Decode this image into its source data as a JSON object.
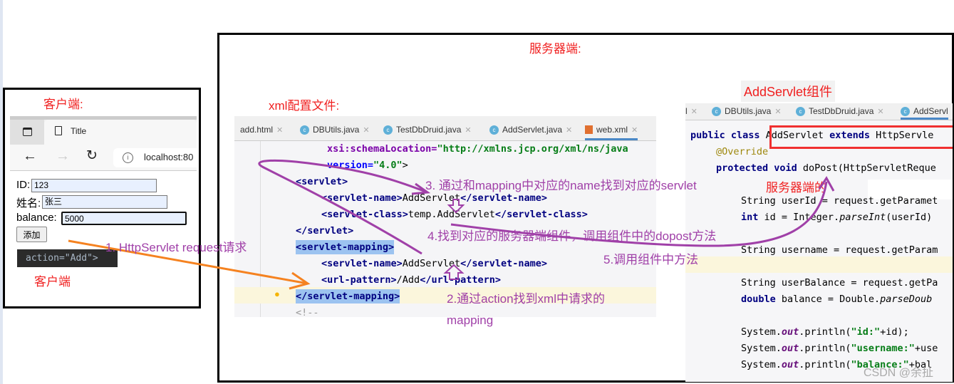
{
  "labels": {
    "client_title": "客户端:",
    "client_caption": "客户端",
    "server_title": "服务器端:",
    "xml_title": "xml配置文件:",
    "component_title": "AddServlet组件",
    "server_method_note": "服务器端的"
  },
  "browser": {
    "tab_title": "Title",
    "address": "localhost:80"
  },
  "form": {
    "id_label": "ID:",
    "id_value": "123",
    "name_label": "姓名:",
    "name_value": "张三",
    "balance_label": "balance:",
    "balance_value": "5000",
    "submit_label": "添加"
  },
  "action_snippet": "action=\"Add\">",
  "xml_editor": {
    "tabs": [
      "add.html",
      "DBUtils.java",
      "TestDbDruid.java",
      "AddServlet.java",
      "web.xml"
    ],
    "lines": {
      "l1a": "xsi:schemaLocation=",
      "l1b": "\"http://xmlns.jcp.org/xml/ns/java",
      "l2a": "version=",
      "l2b": "\"4.0\"",
      "l2c": ">",
      "l3": "<servlet>",
      "l4a": "<servlet-name>",
      "l4b": "AddServlet",
      "l4c": "</servlet-name>",
      "l5a": "<servlet-class>",
      "l5b": "temp.AddServlet",
      "l5c": "</servlet-class>",
      "l6": "</servlet>",
      "l7": "<servlet-mapping>",
      "l8a": "<servlet-name>",
      "l8b": "AddServlet",
      "l8c": "</servlet-name>",
      "l9a": "<url-pattern>",
      "l9b": "/Add",
      "l9c": "</url-pattern>",
      "l10": "</servlet-mapping>",
      "l11": "<!--"
    }
  },
  "java_editor": {
    "tabs": [
      "l",
      "DBUtils.java",
      "TestDbDruid.java",
      "AddServl"
    ],
    "lines": {
      "c1a": "public class ",
      "c1b": "AddServlet ",
      "c1c": "extends ",
      "c1d": "HttpServle",
      "c2": "@Override",
      "c3a": "protected void ",
      "c3b": "doPost(HttpServletReque",
      "c4": "String userId = request.getParamet",
      "c5a": "int ",
      "c5b": "id = Integer.",
      "c5c": "parseInt",
      "c5d": "(userId)",
      "c6": "String username = request.getParam",
      "c7": "String userBalance = request.getPa",
      "c8a": "double ",
      "c8b": "balance = Double.",
      "c8c": "parseDoub",
      "c9a": "System.",
      "c9b": "out",
      "c9c": ".println(",
      "c9d": "\"id:\"",
      "c9e": "+id);",
      "c10d": "\"username:\"",
      "c10e": "+use",
      "c11d": "\"balance:\"",
      "c11e": "+bal"
    }
  },
  "steps": {
    "s1": "1. HttpServlet request请求",
    "s2a": "2.通过action找到xml中请求的",
    "s2b": "mapping",
    "s3": "3. 通过和mapping中对应的name找到对应的servlet",
    "s4": "4.找到对应的服务器端组件，调用组件中的dopost方法",
    "s5": "5.调用组件中方法"
  },
  "watermark": "CSDN @余扯",
  "colors": {
    "annotation": "#a040a8",
    "label": "#f02020",
    "request_arrow": "#f58220"
  }
}
